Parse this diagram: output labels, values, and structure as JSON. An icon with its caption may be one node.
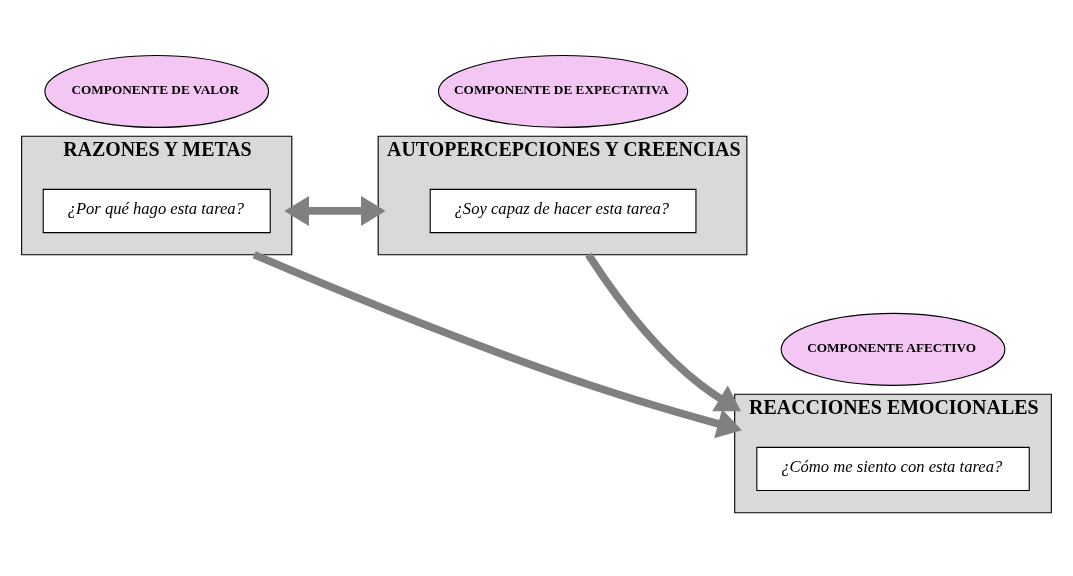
{
  "diagram": {
    "nodes": [
      {
        "text": [
          "COMPONENTE DE VALOR"
        ]
      },
      {
        "text": [
          "RAZONES Y METAS"
        ]
      },
      {
        "text": [
          "¿Por qué hago esta tarea?"
        ],
        "in": 1
      },
      {
        "text": [
          "COMPONENTE DE EXPECTATIVA"
        ]
      },
      {
        "text": [
          "AUTOPERCEPCIONES Y CREENCIAS"
        ]
      },
      {
        "text": [
          "¿Soy capaz de hacer esta tarea?"
        ],
        "in": 4
      },
      {
        "text": [
          "COMPONENTE AFECTIVO"
        ]
      },
      {
        "text": [
          "REACCIONES EMOCIONALES"
        ]
      },
      {
        "text": [
          "¿Cómo me siento con esta tarea?"
        ],
        "in": 7
      }
    ],
    "edges": [
      {
        "from": 1,
        "to": 4,
        "arrow": "both"
      },
      {
        "from": 1,
        "to": 7,
        "arrow": "to"
      },
      {
        "from": 4,
        "to": 7,
        "arrow": "to"
      }
    ]
  }
}
